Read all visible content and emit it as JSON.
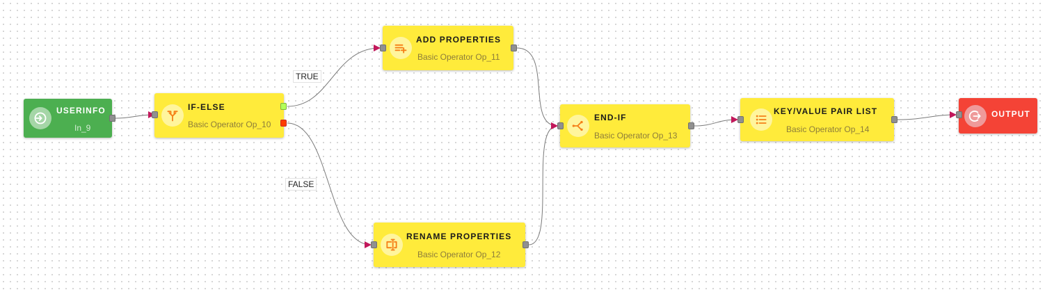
{
  "colors": {
    "operator": "#ffeb3b",
    "input": "#4caf50",
    "output": "#f44336",
    "icon": "#f57f17",
    "arrow": "#c2185b",
    "edge": "#7a7a7a"
  },
  "nodes": {
    "userinfo": {
      "title": "USERINFO",
      "subtitle": "In_9",
      "icon": "login-icon"
    },
    "ifelse": {
      "title": "IF-ELSE",
      "subtitle": "Basic Operator Op_10",
      "icon": "fork-icon"
    },
    "addprops": {
      "title": "ADD PROPERTIES",
      "subtitle": "Basic Operator Op_11",
      "icon": "playlist-add-icon"
    },
    "renameprops": {
      "title": "RENAME PROPERTIES",
      "subtitle": "Basic Operator Op_12",
      "icon": "rename-icon"
    },
    "endif": {
      "title": "END-IF",
      "subtitle": "Basic Operator Op_13",
      "icon": "merge-icon"
    },
    "kvlist": {
      "title": "KEY/VALUE PAIR LIST",
      "subtitle": "Basic Operator Op_14",
      "icon": "list-icon"
    },
    "output": {
      "title": "OUTPUT",
      "subtitle": "",
      "icon": "logout-icon"
    }
  },
  "edges": [
    {
      "from": "userinfo",
      "to": "ifelse",
      "label": ""
    },
    {
      "from": "ifelse",
      "to": "addprops",
      "label": "TRUE"
    },
    {
      "from": "ifelse",
      "to": "renameprops",
      "label": "FALSE"
    },
    {
      "from": "addprops",
      "to": "endif",
      "label": ""
    },
    {
      "from": "renameprops",
      "to": "endif",
      "label": ""
    },
    {
      "from": "endif",
      "to": "kvlist",
      "label": ""
    },
    {
      "from": "kvlist",
      "to": "output",
      "label": ""
    }
  ]
}
